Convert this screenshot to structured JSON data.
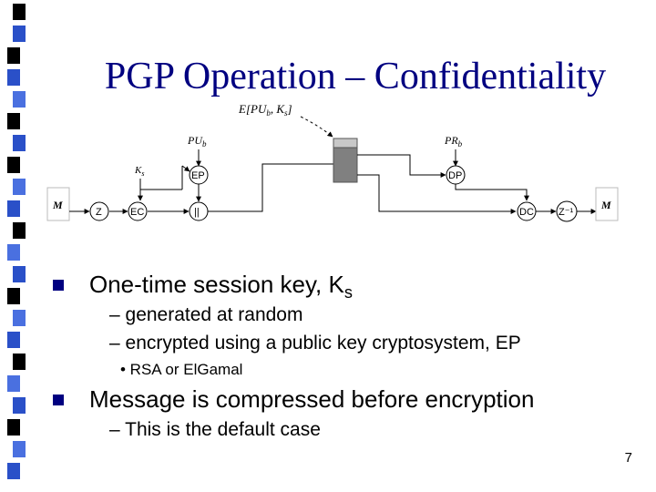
{
  "title": "PGP Operation – Confidentiality",
  "diagram": {
    "label_top": "E[PU",
    "label_top_sub": "b",
    "label_top_end": ", K",
    "label_top_sub2": "s",
    "label_top_close": "]",
    "pu": "PU",
    "pu_sub": "b",
    "pr": "PR",
    "pr_sub": "b",
    "ks": "K",
    "ks_sub": "s",
    "m_left": "M",
    "m_right": "M",
    "z": "Z",
    "ec": "EC",
    "ep": "EP",
    "concat": "||",
    "dp": "DP",
    "dc": "DC",
    "zinv": "Z⁻¹"
  },
  "bullets": [
    {
      "text": "One-time session key, K",
      "sub": "s",
      "subitems": [
        "– generated at random",
        "– encrypted using a public key cryptosystem, EP"
      ],
      "subsub": "•  RSA or ElGamal"
    },
    {
      "text": "Message is compressed before encryption",
      "subitems": [
        "– This is the default case"
      ]
    }
  ],
  "page_number": "7",
  "colors": {
    "title": "#000080",
    "bullet": "#000080"
  }
}
